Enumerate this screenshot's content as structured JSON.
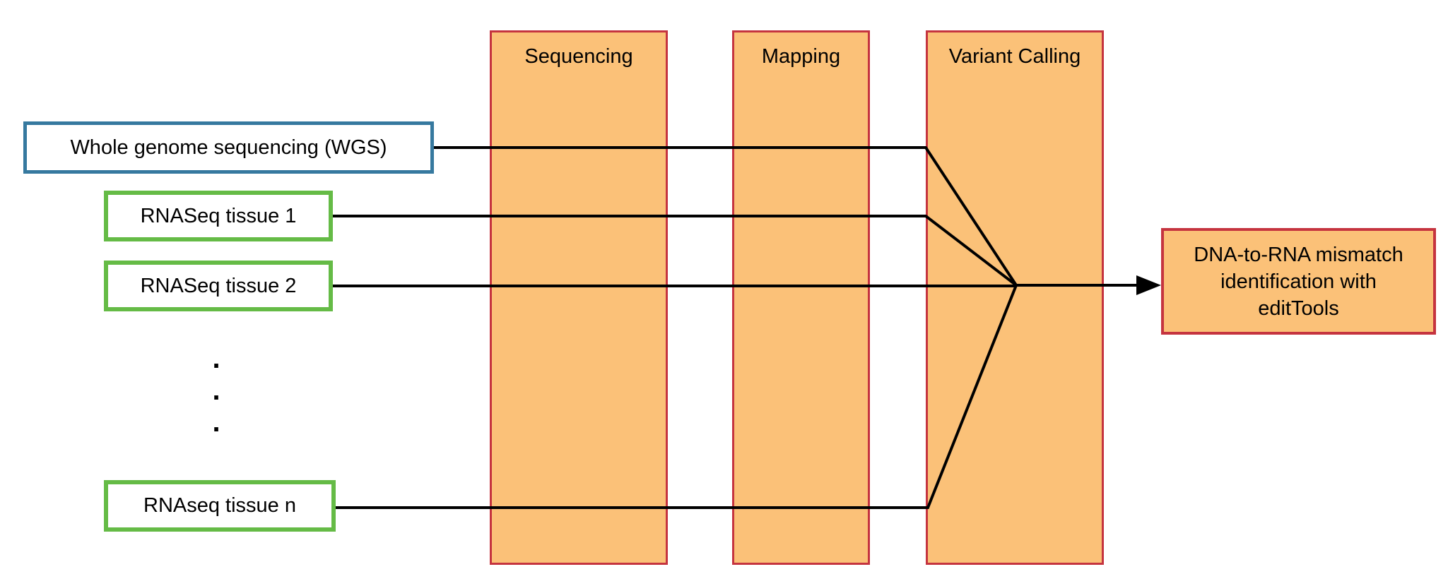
{
  "colors": {
    "column_fill": "#FBC178",
    "column_border": "#C5343F",
    "dna_border": "#36799F",
    "rna_border": "#65BB46",
    "connector": "#000000",
    "text": "#000000",
    "background": "#FFFFFF"
  },
  "stages": [
    {
      "label": "Sequencing"
    },
    {
      "label": "Mapping"
    },
    {
      "label": "Variant Calling"
    }
  ],
  "inputs": [
    {
      "label": "Whole genome sequencing (WGS)"
    },
    {
      "label": "RNASeq tissue 1"
    },
    {
      "label": "RNASeq tissue 2"
    },
    {
      "label": "RNAseq tissue n"
    }
  ],
  "ellipsis": {
    "dot": "."
  },
  "output": {
    "label": "DNA-to-RNA mismatch identification with editTools"
  }
}
